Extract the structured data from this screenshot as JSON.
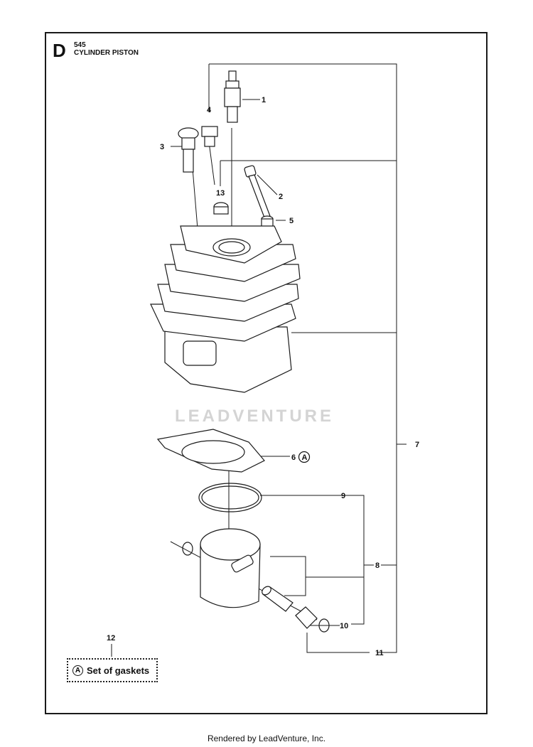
{
  "header": {
    "letter": "D",
    "model": "545",
    "title": "CYLINDER PISTON"
  },
  "watermark": "LEADVENTURE",
  "footer": "Rendered by LeadVenture, Inc.",
  "callouts": [
    "1",
    "2",
    "3",
    "4",
    "5",
    "6",
    "7",
    "8",
    "9",
    "10",
    "11",
    "12",
    "13"
  ],
  "gasket_marker": "A",
  "legend": {
    "number": "12",
    "marker": "A",
    "text": "Set of gaskets"
  }
}
